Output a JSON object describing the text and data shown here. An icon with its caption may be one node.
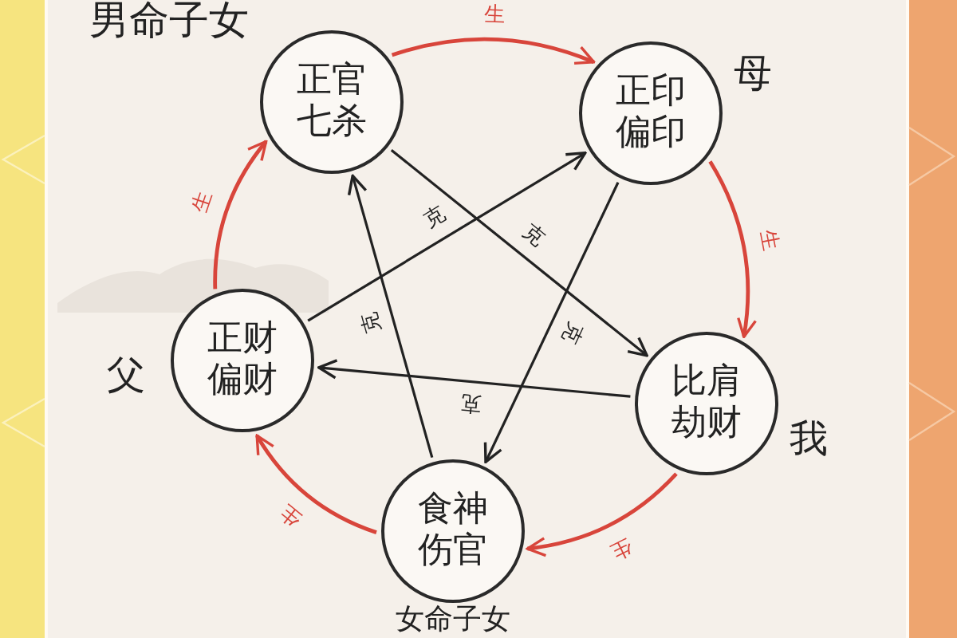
{
  "diagram": {
    "nodes": [
      {
        "text": [
          "正官七杀"
        ],
        "beside": [
          "男命子女"
        ]
      },
      {
        "text": [
          "正印偏印"
        ],
        "beside": [
          "母"
        ]
      },
      {
        "text": [
          "正财偏财"
        ],
        "beside": [
          "父"
        ]
      },
      {
        "text": [
          "比肩劫财"
        ],
        "beside": [
          "我"
        ]
      },
      {
        "text": [
          "食神伤官"
        ],
        "beside": [
          "女命子女"
        ]
      }
    ],
    "edges": [
      {
        "from": 0,
        "to": 1,
        "arrow": "to",
        "label": "生",
        "color": "#d8453b"
      },
      {
        "from": 1,
        "to": 3,
        "arrow": "to",
        "label": "生",
        "color": "#d8453b"
      },
      {
        "from": 3,
        "to": 4,
        "arrow": "to",
        "label": "生",
        "color": "#d8453b"
      },
      {
        "from": 4,
        "to": 2,
        "arrow": "to",
        "label": "生",
        "color": "#d8453b"
      },
      {
        "from": 2,
        "to": 0,
        "arrow": "to",
        "label": "生",
        "color": "#d8453b"
      },
      {
        "from": 0,
        "to": 3,
        "arrow": "to",
        "label": "克",
        "color": "#222222"
      },
      {
        "from": 1,
        "to": 4,
        "arrow": "to",
        "label": "克",
        "color": "#222222"
      },
      {
        "from": 3,
        "to": 2,
        "arrow": "to",
        "label": "克",
        "color": "#222222"
      },
      {
        "from": 4,
        "to": 0,
        "arrow": "to",
        "label": "克",
        "color": "#222222"
      },
      {
        "from": 2,
        "to": 1,
        "arrow": "to",
        "label": "克",
        "color": "#222222"
      }
    ]
  }
}
